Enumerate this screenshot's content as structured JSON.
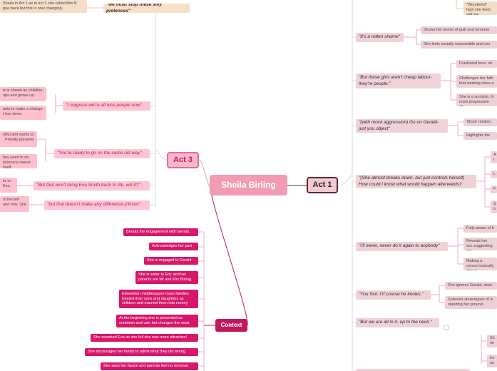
{
  "central": "Sheila Birling",
  "act3": {
    "label": "Act 3",
    "quotes": [
      {
        "text": "\"I suppose we're all nice people now\"",
        "points": [
          "is is shown as childlike; ups and grows up.",
          "ants to make a change t has done."
        ]
      },
      {
        "text": "\"You're ready to go on the same old way\"",
        "points": [
          "erful and wants to . Priestly presents",
          "hey need to do istocracy repeat itself."
        ]
      },
      {
        "text": "\"But that won't bring Eva Smith back to life, will it?\"",
        "points": [
          "er or Eva."
        ]
      },
      {
        "text": "\"but that doesn't make any difference y'know\"",
        "points": [
          "m herself and mily. She"
        ]
      }
    ]
  },
  "top_left": {
    "quote": "\"we must stop these silly pretences\"",
    "point": "Sheila in Act 1 as in act 1 she called Mrs B gue back but this is now changing."
  },
  "context": {
    "label": "Context",
    "points": [
      "Breaks the engagement with Gerald.",
      "Acknowledges her part",
      "She is engaged to Gerald",
      "She is sister to Eric and her parents are Mr and Mrs Birling.",
      "Edwardian middle/upper-class families treated their sons and daughters as children and married them into money",
      "At the beginning she is presented as snobbish and vain but changes the most",
      "She resented Eva as she fell she was more attractive!",
      "She encourages her family to admit what they did wrong.",
      "She sees her fiancé and parents feel no remorse"
    ]
  },
  "act1": {
    "label": "Act 1",
    "top_point": "\"Wonderful\" high she feels with he",
    "quotes": [
      {
        "text": "\"It's a rotten shame\"",
        "points": [
          "Shows her sense of guilt and remorse",
          "She feels socially responsible and con"
        ]
      },
      {
        "text": "\"But these girls aren't cheap labour- they're people.\"",
        "points": [
          "Frustrated tone- sh",
          "Challenges her fath that working class a",
          "She is a socialist, th most progressive ch"
        ]
      },
      {
        "text": "\"(with mock aggression) Go on Gerald- just you object\"",
        "points": [
          "'Mock' reinforc",
          "Highlights the"
        ]
      },
      {
        "text": "\"(She almost breaks down, but just controls herself) How could I know what would happen afterwards?",
        "points": [
          "A t",
          "L",
          "F",
          "S b"
        ]
      },
      {
        "text": "\"I'll never, never do it again to anybody\"",
        "points": [
          "Fully aware of h",
          "Reveals her soc suggesting she",
          "Making a consci ironically she w"
        ]
      },
      {
        "text": "\"You fool. Of course he knows.\"",
        "points": [
          "She ignores Gerald, does",
          "Subverts stereotypes of w standing her ground."
        ]
      },
      {
        "text": "\"But we are all in it- up to the neck.\"",
        "points": []
      }
    ],
    "bottom_points": [
      "Sh ne",
      "Iro un"
    ]
  }
}
